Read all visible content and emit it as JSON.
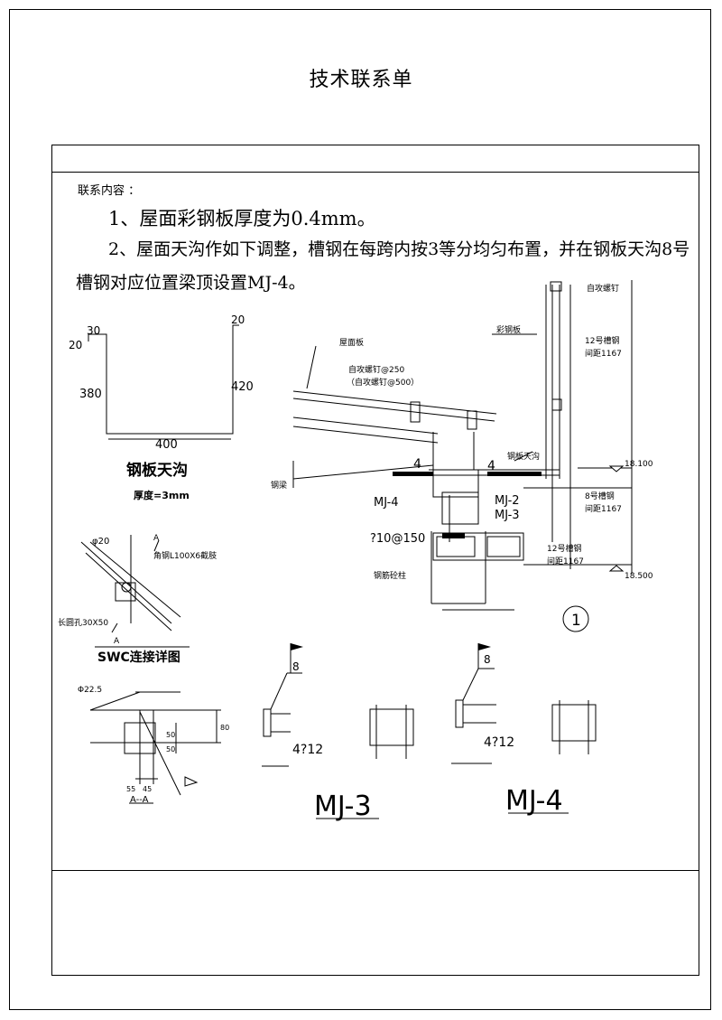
{
  "header": {
    "title": "技术联系单"
  },
  "content": {
    "label": "联系内容 ：",
    "line1": "1、屋面彩钢板厚度为0.4mm。",
    "line2": "2、屋面天沟作如下调整，槽钢在每跨内按3等分均匀布置，并在钢板天沟8号",
    "line3": "槽钢对应位置梁顶设置MJ-4。"
  },
  "gutter": {
    "dims": [
      "30",
      "20",
      "20",
      "380",
      "420",
      "400"
    ],
    "title": "钢板天沟",
    "thickness": "厚度=3mm"
  },
  "swc": {
    "phi": "φ20",
    "angle": "角钢L100X6截肢",
    "slot": "长圆孔30X50",
    "sec_a": "A",
    "sec_b": "A",
    "title": "SWC连接详图"
  },
  "section_aa": {
    "phi": "Φ22.5",
    "d80": "80",
    "d50a": "50",
    "d50b": "50",
    "d55": "55",
    "d45": "45",
    "name": "A--A"
  },
  "main_detail": {
    "roof_panel": "屋面板",
    "screw1": "自攻螺钉@250",
    "screw2": "（自攻螺钉@500）",
    "color_panel": "彩钢板",
    "self_tap": "自攻螺钉",
    "ch12": "12号槽钢",
    "sp1167a": "间距1167",
    "gutter": "钢板天沟",
    "elev1": "18.100",
    "ch8": "8号槽钢",
    "sp1167b": "间距1167",
    "ch12b": "12号槽钢",
    "sp1167c": "间距1167",
    "elev2": "18.500",
    "beam": "钢梁",
    "col": "钢筋砼柱",
    "n4a": "4",
    "n4b": "4",
    "mj4": "MJ-4",
    "mj2": "MJ-2",
    "mj3": "MJ-3",
    "rebar": "?10@150",
    "circle": "1"
  },
  "mj3": {
    "weld": "8",
    "bolts": "4?12",
    "name": "MJ-3"
  },
  "mj4": {
    "weld": "8",
    "bolts": "4?12",
    "name": "MJ-4"
  }
}
